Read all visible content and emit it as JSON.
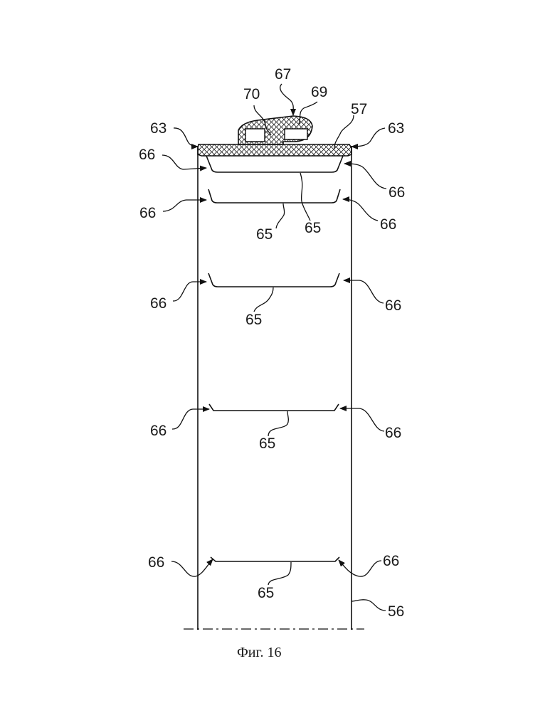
{
  "figure": {
    "caption": "Фиг. 16",
    "labels": {
      "l70": "70",
      "l67": "67",
      "l69": "69",
      "l57": "57",
      "l63_left": "63",
      "l63_right": "63",
      "l66_a_left": "66",
      "l66_a_right": "66",
      "l66_b_left": "66",
      "l65_b": "65",
      "l65_a": "65",
      "l66_b_right": "66",
      "l66_c_left": "66",
      "l65_c": "65",
      "l66_c_right": "66",
      "l66_d_left": "66",
      "l65_d": "65",
      "l66_d_right": "66",
      "l66_e_left": "66",
      "l65_e": "65",
      "l66_e_right": "66",
      "l56": "56"
    }
  }
}
